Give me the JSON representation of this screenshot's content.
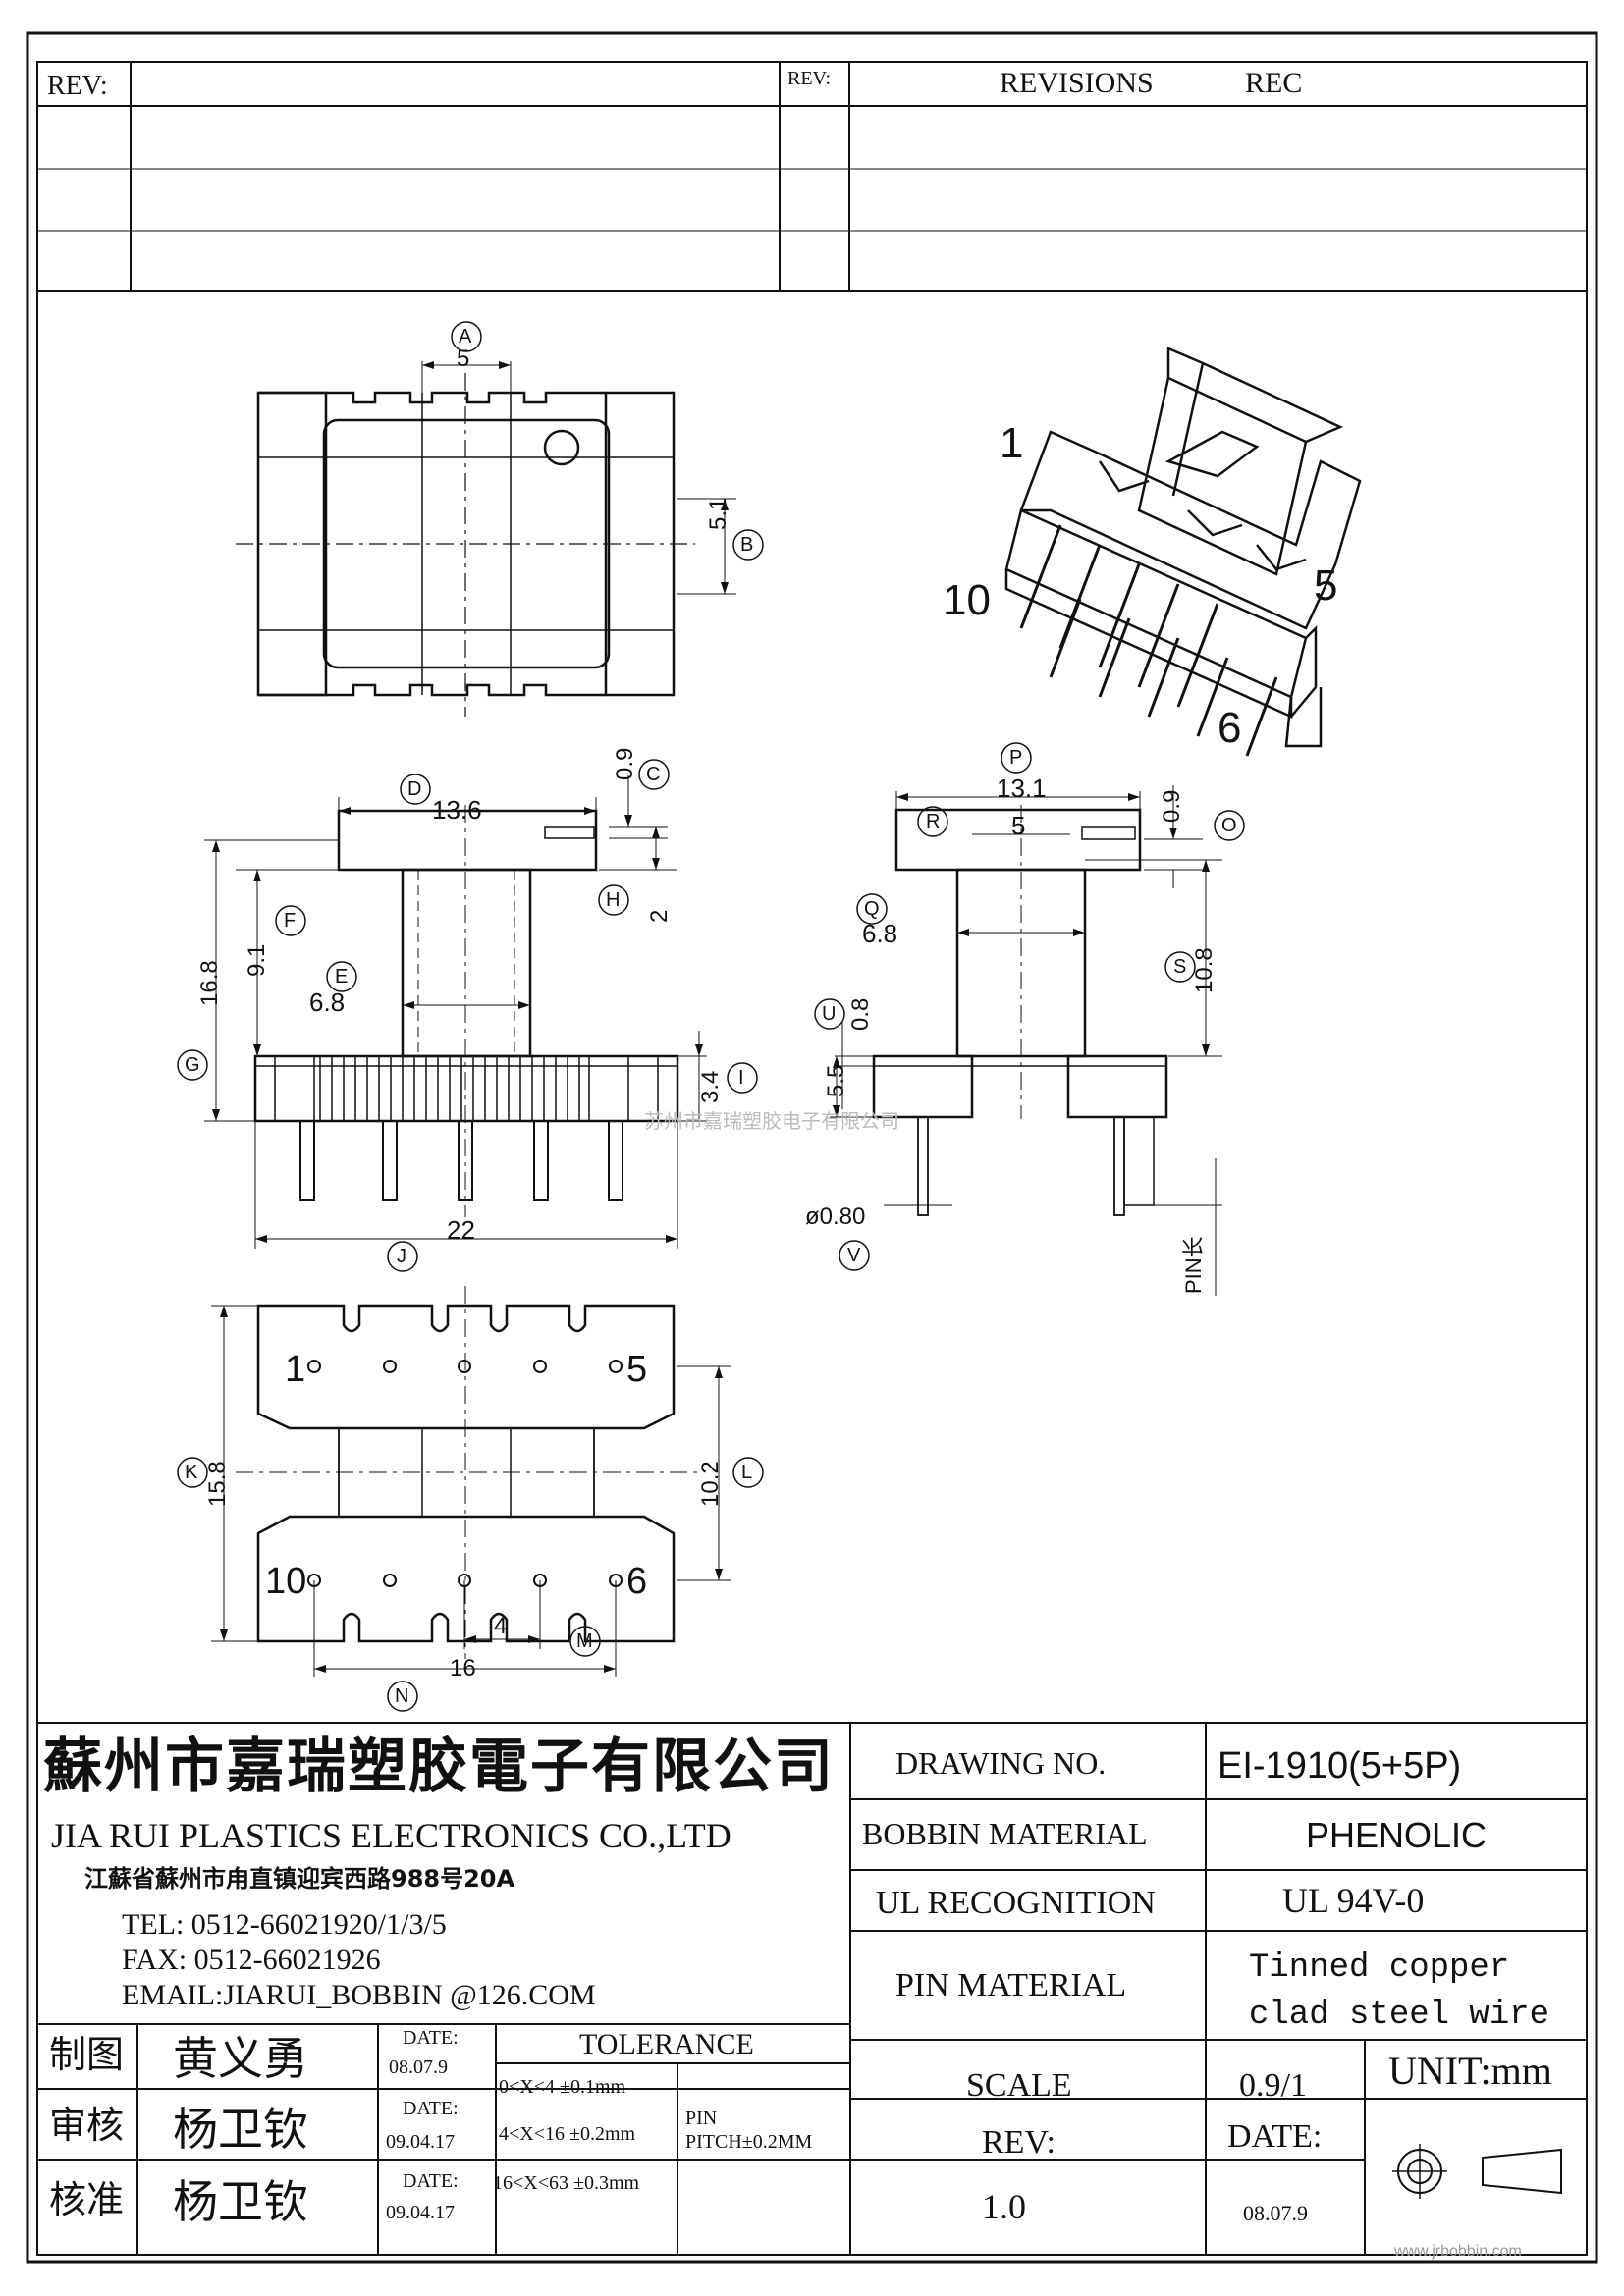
{
  "revision_block": {
    "rev_label_left": "REV:",
    "rev_label_right": "REV:",
    "revisions_label": "REVISIONS",
    "rec_label": "REC"
  },
  "views": {
    "top": {
      "A": "5",
      "B": "5.1"
    },
    "front": {
      "D": "13.6",
      "C": "0.9",
      "H": "2",
      "F": "9.1",
      "E": "6.8",
      "G": "16.8",
      "I": "3.4",
      "J": "22"
    },
    "side": {
      "P": "13.1",
      "R": "5",
      "O": "0.9",
      "Q": "6.8",
      "S": "10.8",
      "U": "0.8",
      "T": "5.5",
      "V": "ø0.80",
      "pin_length": "PIN长"
    },
    "bottom": {
      "K": "15.8",
      "L": "10.2",
      "M": "4",
      "N": "16",
      "pin1": "1",
      "pin5": "5",
      "pin10": "10",
      "pin6": "6"
    },
    "iso": {
      "pin1": "1",
      "pin5": "5",
      "pin10": "10",
      "pin6": "6"
    },
    "watermark": "苏州市嘉瑞塑胶电子有限公司"
  },
  "title_block": {
    "company_cn": "蘇州市嘉瑞塑胶電子有限公司",
    "company_en": "JIA RUI PLASTICS ELECTRONICS CO.,LTD",
    "address": "江蘇省蘇州市甪直镇迎宾西路988号20A",
    "tel": "TEL: 0512-66021920/1/3/5",
    "fax": "FAX: 0512-66021926",
    "email": "EMAIL:JIARUI_BOBBIN @126.COM",
    "drawing_no_label": "DRAWING  NO.",
    "drawing_no": "EI-1910(5+5P)",
    "bobbin_material_label": "BOBBIN  MATERIAL",
    "bobbin_material": "PHENOLIC",
    "ul_label": "UL RECOGNITION",
    "ul_value": "UL 94V-0",
    "pin_material_label": "PIN MATERIAL",
    "pin_material_line1": "Tinned copper",
    "pin_material_line2": "clad steel wire",
    "scale_label": "SCALE",
    "scale_value": "0.9/1",
    "unit": "UNIT:mm",
    "rev_label": "REV:",
    "rev_value": "1.0",
    "date_label": "DATE:",
    "date_value": "08.07.9",
    "tolerance_label": "TOLERANCE",
    "tol1": "0<X<4  ±0.1mm",
    "tol2": "4<X<16 ±0.2mm",
    "tol3": "16<X<63 ±0.3mm",
    "pin_pitch_line1": "PIN",
    "pin_pitch_line2": "PITCH±0.2MM",
    "drawn_label": "制图",
    "drawn_by": "黄义勇",
    "drawn_date_label": "DATE:",
    "drawn_date": "08.07.9",
    "check_label": "审核",
    "checked_by": "杨卫钦",
    "check_date_label": "DATE:",
    "check_date": "09.04.17",
    "approve_label": "核准",
    "approved_by": "杨卫钦",
    "approve_date_label": "DATE:",
    "approve_date": "09.04.17",
    "website": "www.jrbobbin.com"
  }
}
